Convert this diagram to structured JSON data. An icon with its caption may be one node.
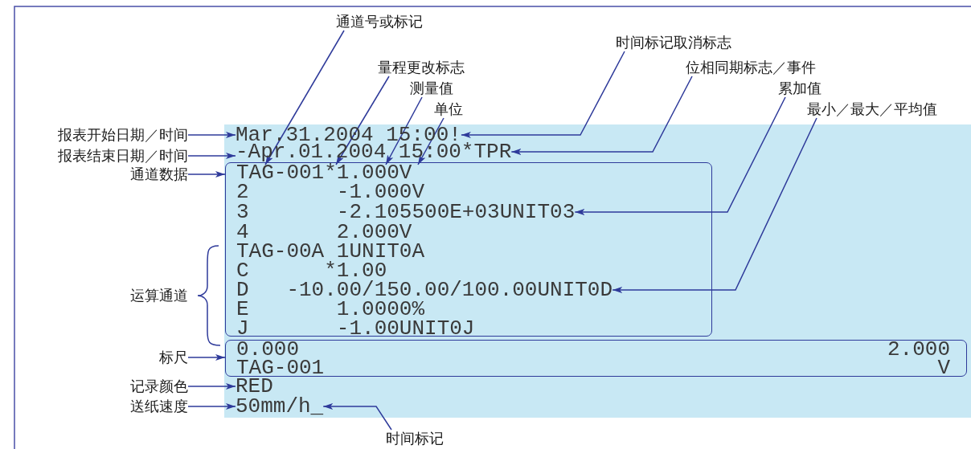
{
  "diagram": {
    "nodes": [
      {
        "text": [],
        "shape": "box"
      },
      {
        "text": [
          "Mar.31.2004 15:00!"
        ],
        "in": 0
      },
      {
        "text": [
          "-Apr.01.2004 15:00*TPR"
        ],
        "in": 0
      },
      {
        "text": [],
        "shape": "box",
        "in": 0
      },
      {
        "text": [
          "TAG-001*1.000V"
        ],
        "in": 3
      },
      {
        "text": [
          "2       -1.000V"
        ],
        "in": 3
      },
      {
        "text": [
          "3       -2.105500E+03UNIT03"
        ],
        "in": 3
      },
      {
        "text": [
          "4       2.000V"
        ],
        "in": 3
      },
      {
        "text": [
          "TAG-00A 1UNIT0A"
        ],
        "in": 3
      },
      {
        "text": [
          "C      *1.00"
        ],
        "in": 3
      },
      {
        "text": [
          "D   -10.00/150.00/100.00UNIT0D"
        ],
        "in": 3
      },
      {
        "text": [
          "E       1.0000%"
        ],
        "in": 3
      },
      {
        "text": [
          "J       -1.00UNIT0J"
        ],
        "in": 3
      },
      {
        "text": [
          "0.000",
          "2.000",
          "TAG-001",
          "V"
        ],
        "in": 0
      },
      {
        "text": [
          "RED"
        ],
        "in": 0
      },
      {
        "text": [
          "50mm/h_"
        ],
        "in": 0
      },
      {
        "text": [
          "报表开始日期／时间"
        ]
      },
      {
        "text": [
          "报表结束日期／时间"
        ]
      },
      {
        "text": [
          "通道数据"
        ]
      },
      {
        "text": [
          "标尺"
        ]
      },
      {
        "text": [
          "记录颜色"
        ]
      },
      {
        "text": [
          "送纸速度"
        ]
      },
      {
        "text": [
          "通道号或标记"
        ]
      },
      {
        "text": [
          "量程更改标志"
        ]
      },
      {
        "text": [
          "测量值"
        ]
      },
      {
        "text": [
          "单位"
        ]
      },
      {
        "text": [
          "时间标记取消标志"
        ]
      },
      {
        "text": [
          "位相同期标志／事件"
        ]
      },
      {
        "text": [
          "累加值"
        ]
      },
      {
        "text": [
          "最小／最大／平均值"
        ]
      },
      {
        "text": [
          "时间标记"
        ]
      }
    ],
    "edges": [
      {
        "from": 16,
        "to": 1,
        "arrow": "to"
      },
      {
        "from": 17,
        "to": 2,
        "arrow": "to"
      },
      {
        "from": 18,
        "to": 3,
        "arrow": "to"
      },
      {
        "from": 19,
        "to": 13,
        "arrow": "to"
      },
      {
        "from": 20,
        "to": 14,
        "arrow": "to"
      },
      {
        "from": 21,
        "to": 15,
        "arrow": "to"
      },
      {
        "from": 22,
        "to": 4,
        "arrow": "to"
      },
      {
        "from": 23,
        "to": 4,
        "arrow": "to"
      },
      {
        "from": 24,
        "to": 4,
        "arrow": "to"
      },
      {
        "from": 25,
        "to": 4,
        "arrow": "to"
      },
      {
        "from": 26,
        "to": 1,
        "arrow": "to"
      },
      {
        "from": 27,
        "to": 2,
        "arrow": "to"
      },
      {
        "from": 28,
        "to": 6,
        "arrow": "to"
      },
      {
        "from": 29,
        "to": 10,
        "arrow": "to"
      },
      {
        "from": 30,
        "to": 15,
        "arrow": "to"
      }
    ],
    "labels": [
      "运算通道"
    ]
  }
}
